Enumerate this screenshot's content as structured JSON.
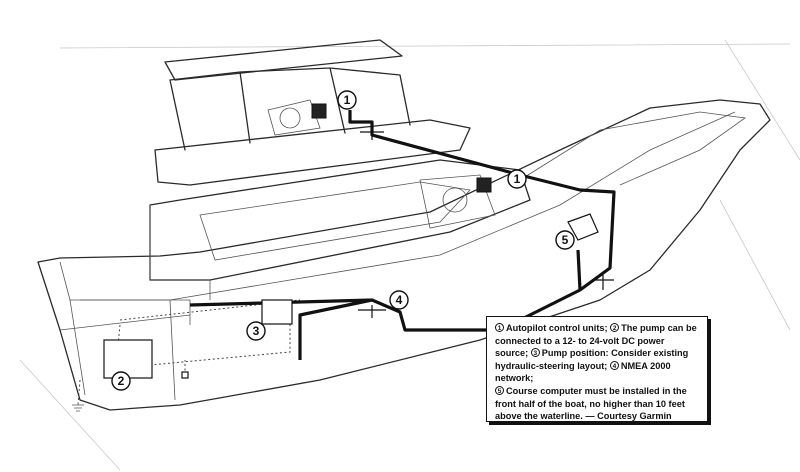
{
  "diagram": {
    "callouts": [
      {
        "id": "c1a",
        "label": "1"
      },
      {
        "id": "c1b",
        "label": "1"
      },
      {
        "id": "c2",
        "label": "2"
      },
      {
        "id": "c3",
        "label": "3"
      },
      {
        "id": "c4",
        "label": "4"
      },
      {
        "id": "c5",
        "label": "5"
      }
    ]
  },
  "caption": {
    "items": [
      {
        "num": "1",
        "text": "Autopilot control units;"
      },
      {
        "num": "2",
        "text": "The pump can be connected to a 12- to 24-volt DC power source;"
      },
      {
        "num": "3",
        "text": "Pump position: Consider existing hydraulic-steering layout;"
      },
      {
        "num": "4",
        "text": "NMEA 2000 network;"
      },
      {
        "num": "5",
        "text": "Course computer must be installed in the front half of the boat, no higher than 10 feet above the waterline. — Courtesy Garmin"
      }
    ]
  },
  "colors": {
    "ink": "#111111",
    "background": "#ffffff"
  }
}
